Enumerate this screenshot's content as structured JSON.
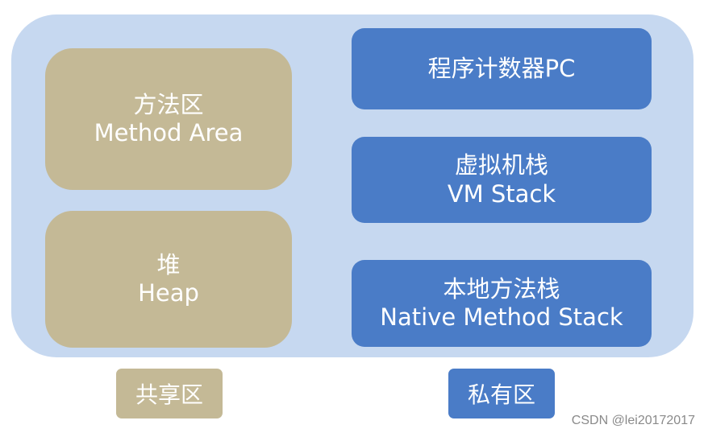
{
  "shared": {
    "method_area": {
      "zh": "方法区",
      "en": "Method Area"
    },
    "heap": {
      "zh": "堆",
      "en": "Heap"
    },
    "legend": "共享区"
  },
  "private": {
    "pc": {
      "zh": "程序计数器PC"
    },
    "vm_stack": {
      "zh": "虚拟机栈",
      "en": "VM Stack"
    },
    "native_stack": {
      "zh": "本地方法栈",
      "en": "Native Method Stack"
    },
    "legend": "私有区"
  },
  "watermark": "CSDN @lei20172017",
  "colors": {
    "background_panel": "#c6d8f0",
    "shared": "#c4b996",
    "private": "#4a7cc7"
  }
}
